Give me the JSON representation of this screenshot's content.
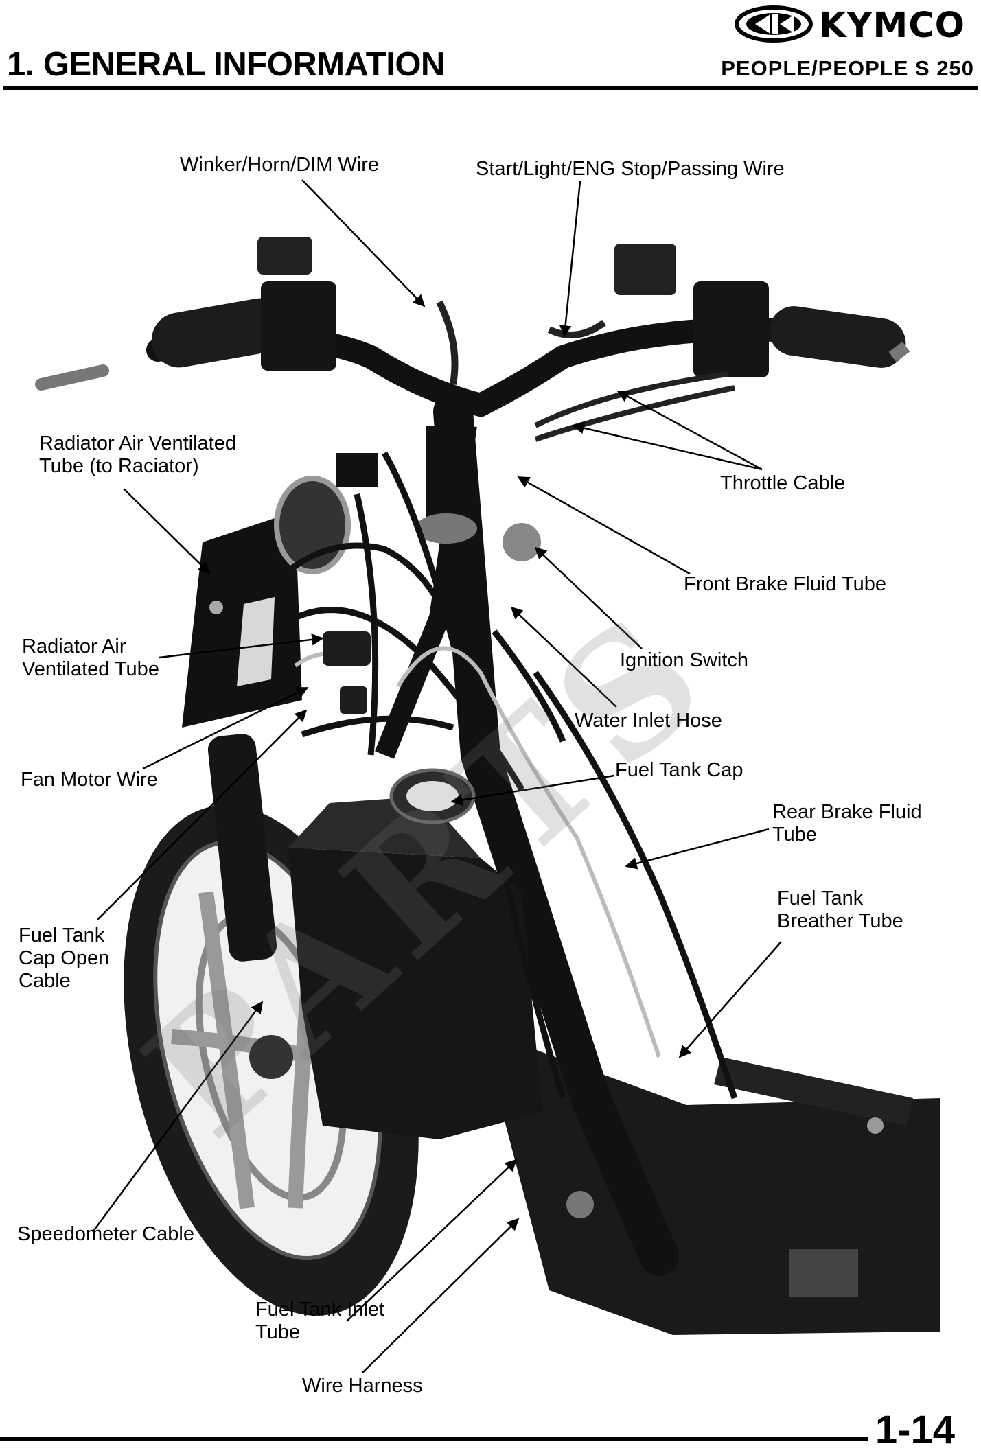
{
  "header": {
    "section_title": "1. GENERAL INFORMATION",
    "model": "PEOPLE/PEOPLE S 250",
    "brand": "KYMCO"
  },
  "watermark": "PARTS",
  "labels": [
    {
      "id": "winker-horn-dim-wire",
      "text": "Winker/Horn/DIM Wire"
    },
    {
      "id": "start-light-eng-stop-passing-wire",
      "text": "Start/Light/ENG Stop/Passing Wire"
    },
    {
      "id": "radiator-air-ventilated-tube-to-radiator",
      "text": "Radiator Air Ventilated\nTube (to Raciator)"
    },
    {
      "id": "throttle-cable",
      "text": "Throttle Cable"
    },
    {
      "id": "front-brake-fluid-tube",
      "text": "Front Brake Fluid Tube"
    },
    {
      "id": "radiator-air-ventilated-tube",
      "text": "Radiator Air\nVentilated Tube"
    },
    {
      "id": "ignition-switch",
      "text": "Ignition Switch"
    },
    {
      "id": "water-inlet-hose",
      "text": "Water Inlet Hose"
    },
    {
      "id": "fan-motor-wire",
      "text": "Fan Motor Wire"
    },
    {
      "id": "fuel-tank-cap",
      "text": "Fuel Tank Cap"
    },
    {
      "id": "rear-brake-fluid-tube",
      "text": "Rear Brake Fluid\nTube"
    },
    {
      "id": "fuel-tank-breather-tube",
      "text": "Fuel Tank\nBreather Tube"
    },
    {
      "id": "fuel-tank-cap-open-cable",
      "text": "Fuel Tank\nCap Open\nCable"
    },
    {
      "id": "speedometer-cable",
      "text": "Speedometer Cable"
    },
    {
      "id": "fuel-tank-inlet-tube",
      "text": "Fuel Tank Inlet\nTube"
    },
    {
      "id": "wire-harness",
      "text": "Wire Harness"
    }
  ],
  "footer": {
    "page_number": "1-14"
  }
}
